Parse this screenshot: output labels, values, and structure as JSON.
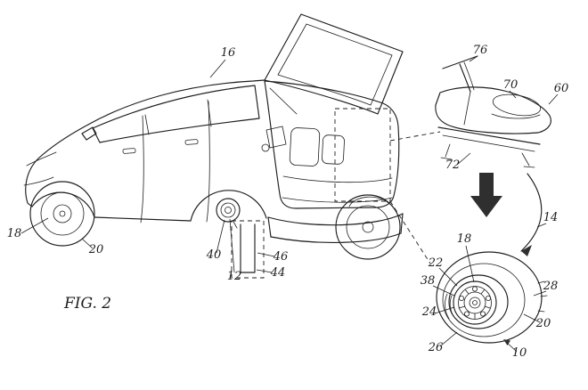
{
  "figure": {
    "caption": "FIG. 2"
  },
  "colors": {
    "ink": "#1e1e1e",
    "background": "#ffffff",
    "arrow": "#2f2f2f"
  },
  "callouts": {
    "vehicle": "16",
    "front-hub": "18",
    "front-tire": "20",
    "hub-adapter": "40",
    "axle": "12",
    "receiver": "46",
    "mount": "44",
    "handlebar": "76",
    "seat": "70",
    "scooter": "60",
    "frame": "72",
    "motion-arrow": "14",
    "wheel-hub": "18",
    "rim": "22",
    "disc": "38",
    "hub-center": "24",
    "brake": "26",
    "assembly": "10",
    "tire": "20",
    "sidewall": "28"
  }
}
